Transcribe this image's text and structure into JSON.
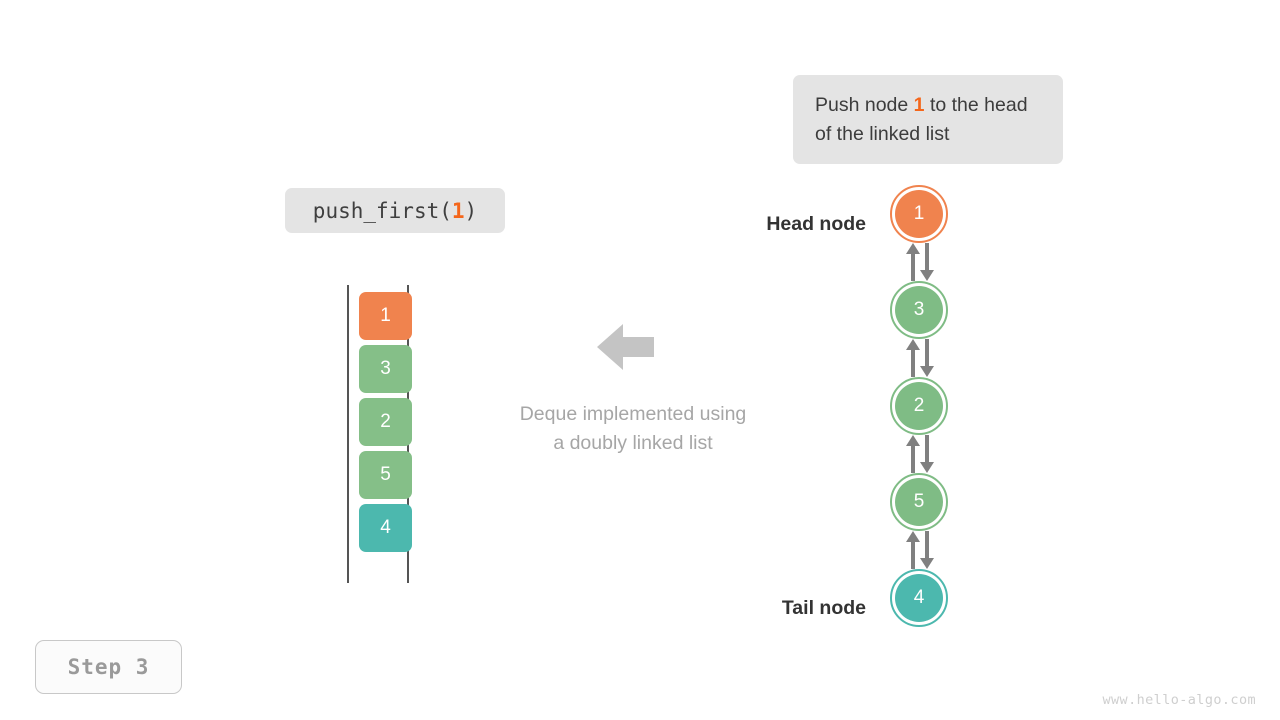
{
  "callout": {
    "text_before": "Push node ",
    "accent": "1",
    "text_after": " to the head of the linked list"
  },
  "code_chip": {
    "prefix": "push_first(",
    "argument": "1",
    "suffix": ")"
  },
  "step_badge": {
    "label": "Step 3"
  },
  "watermark": {
    "text": "www.hello-algo.com"
  },
  "center": {
    "arrow_icon": "arrow-left-icon",
    "caption_line1": "Deque implemented using",
    "caption_line2": "a doubly linked list"
  },
  "array_column": {
    "cells": [
      {
        "value": "1",
        "color": "#f0834e"
      },
      {
        "value": "3",
        "color": "#85bf88"
      },
      {
        "value": "2",
        "color": "#85bf88"
      },
      {
        "value": "5",
        "color": "#85bf88"
      },
      {
        "value": "4",
        "color": "#4cb8ae"
      }
    ]
  },
  "linked_list": {
    "head_label": "Head node",
    "tail_label": "Tail node",
    "nodes": [
      {
        "value": "1",
        "color": "#f0834e"
      },
      {
        "value": "3",
        "color": "#7fbc85"
      },
      {
        "value": "2",
        "color": "#7fbc85"
      },
      {
        "value": "5",
        "color": "#7fbc85"
      },
      {
        "value": "4",
        "color": "#4cb8ae"
      }
    ],
    "edge_count": 4,
    "edge_color": "#808080"
  },
  "colors": {
    "accent_orange": "#f4661b",
    "node_orange": "#f0834e",
    "node_green": "#7fbc85",
    "node_teal": "#4cb8ae",
    "chip_background": "#e4e4e4",
    "caption_gray": "#a6a6a6",
    "arrow_gray": "#c4c4c4"
  }
}
